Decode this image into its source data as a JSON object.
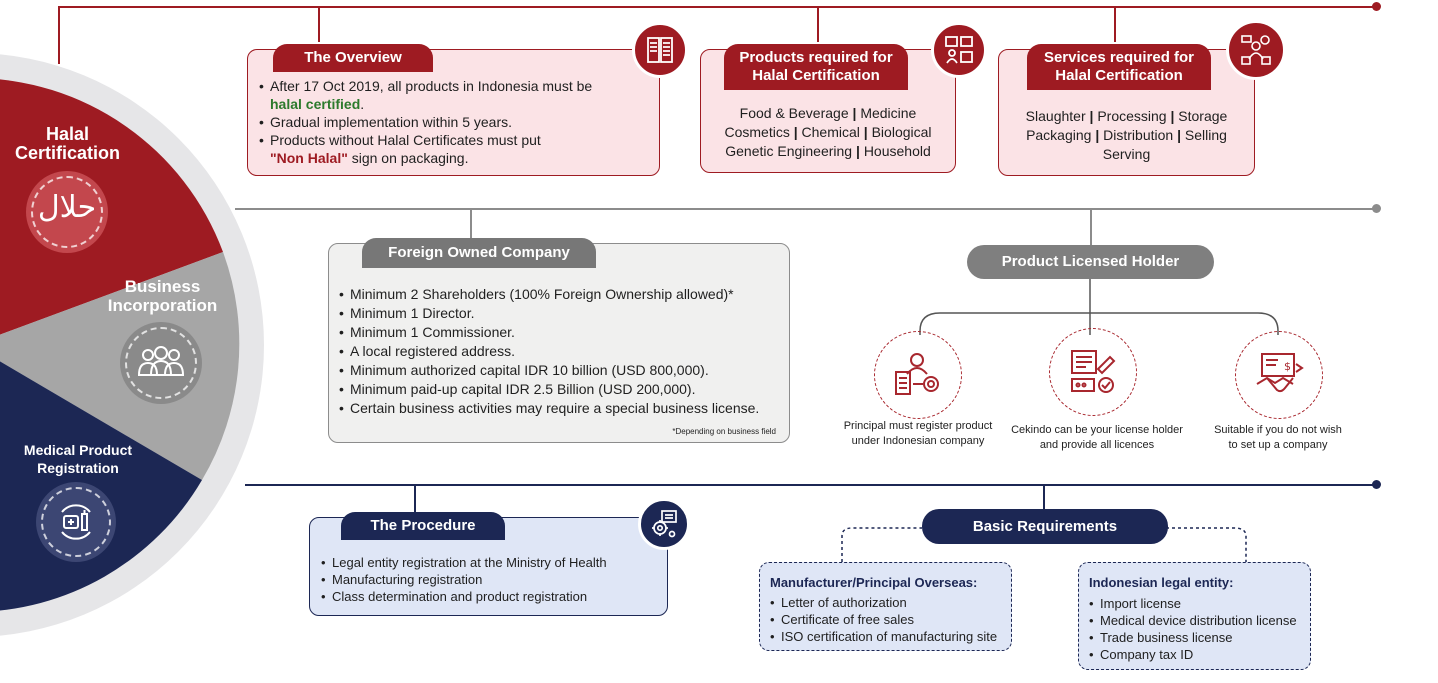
{
  "colors": {
    "red": "#9e1b22",
    "grey": "#8c8c8c",
    "navy": "#1c2754",
    "pink_fill": "#fbe3e6",
    "grey_fill": "#f0f0ef",
    "blue_fill": "#dfe6f6"
  },
  "wheel": {
    "halal": {
      "title_line1": "Halal",
      "title_line2": "Certification",
      "glyph": "حلال"
    },
    "business": {
      "title_line1": "Business",
      "title_line2": "Incorporation",
      "icon": "people-icon"
    },
    "medical": {
      "title_line1": "Medical Product",
      "title_line2": "Registration",
      "icon": "medical-cycle-icon"
    }
  },
  "overview": {
    "title": "The Overview",
    "line1": "After 17 Oct 2019, all products in Indonesia must be",
    "line1_em": "halal certified",
    "line1_end": ".",
    "line2": "Gradual implementation within 5 years.",
    "line3": "Products without Halal Certificates must put",
    "line3_em": "\"Non Halal\"",
    "line3_end": " sign on packaging."
  },
  "products": {
    "title_line1": "Products required for",
    "title_line2": "Halal Certification",
    "rows": [
      [
        "Food & Beverage",
        "Medicine"
      ],
      [
        "Cosmetics",
        "Chemical",
        "Biological"
      ],
      [
        "Genetic Engineering",
        "Household"
      ]
    ]
  },
  "services": {
    "title_line1": "Services required for",
    "title_line2": "Halal Certification",
    "rows": [
      [
        "Slaughter",
        "Processing",
        "Storage"
      ],
      [
        "Packaging",
        "Distribution",
        "Selling"
      ],
      [
        "Serving"
      ]
    ]
  },
  "foreign": {
    "title": "Foreign Owned Company",
    "items": [
      "Minimum 2 Shareholders (100% Foreign Ownership allowed)*",
      "Minimum 1 Director.",
      "Minimum 1 Commissioner.",
      "A local registered address.",
      "Minimum authorized capital IDR 10 billion (USD 800,000).",
      "Minimum paid-up capital IDR 2.5 Billion (USD 200,000).",
      "Certain business activities may require a special business license."
    ],
    "footnote": "*Depending on business field"
  },
  "license_holder": {
    "title": "Product Licensed Holder",
    "options": [
      {
        "icon": "principal-gear-icon",
        "line1": "Principal must register product",
        "line2": "under Indonesian company"
      },
      {
        "icon": "license-document-icon",
        "line1": "Cekindo can be your license holder",
        "line2": "and provide all licences"
      },
      {
        "icon": "handshake-contract-icon",
        "line1": "Suitable if you do not wish",
        "line2": "to set up a company"
      }
    ]
  },
  "procedure": {
    "title": "The Procedure",
    "items": [
      "Legal entity registration at the Ministry of Health",
      "Manufacturing registration",
      "Class determination and product registration"
    ]
  },
  "basic": {
    "title": "Basic Requirements",
    "manufacturer": {
      "title": "Manufacturer/Principal Overseas:",
      "items": [
        "Letter of authorization",
        "Certificate of free sales",
        "ISO certification of manufacturing site"
      ]
    },
    "indonesian": {
      "title": "Indonesian legal entity:",
      "items": [
        "Import license",
        "Medical device distribution license",
        "Trade business license",
        "Company tax ID"
      ]
    }
  }
}
